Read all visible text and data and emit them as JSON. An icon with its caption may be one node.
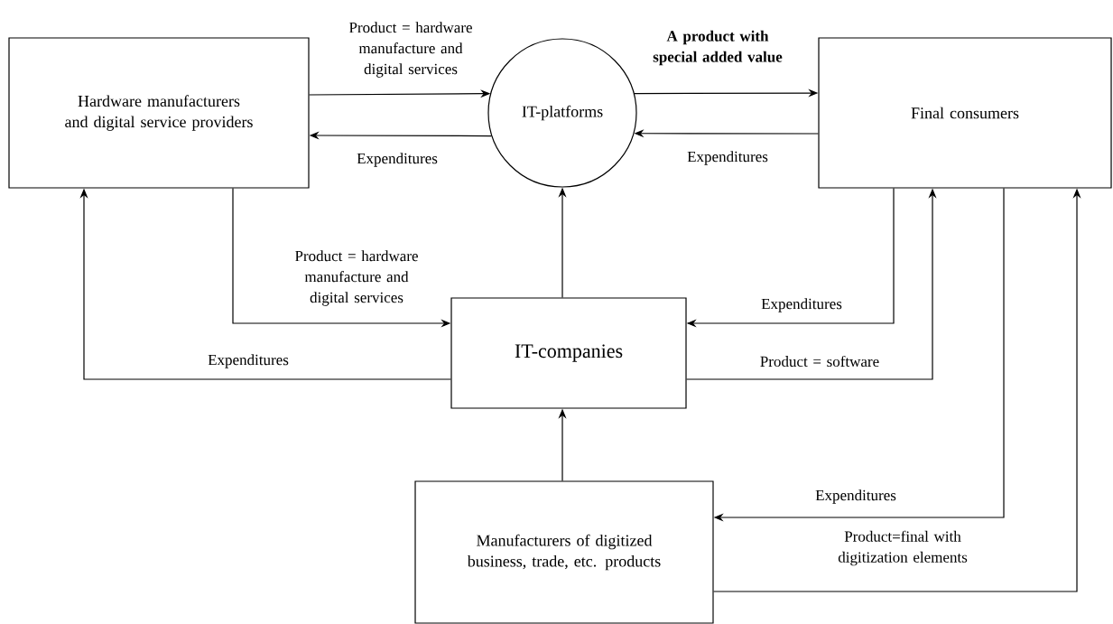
{
  "diagram": {
    "nodes": [
      {
        "text": [
          "Hardware manufacturers and digital service providers"
        ]
      },
      {
        "text": [
          "IT-platforms"
        ]
      },
      {
        "text": [
          "Final consumers"
        ]
      },
      {
        "text": [
          "IT-companies"
        ]
      },
      {
        "text": [
          "Manufacturers of digitized business, trade, etc. products"
        ]
      }
    ],
    "edges": [
      {
        "from": 0,
        "to": 1,
        "arrow": "to",
        "label": "Product = hardware manufacture and digital services"
      },
      {
        "from": 1,
        "to": 0,
        "arrow": "to",
        "label": "Expenditures"
      },
      {
        "from": 1,
        "to": 2,
        "arrow": "to",
        "label": "A product with special added value"
      },
      {
        "from": 2,
        "to": 1,
        "arrow": "to",
        "label": "Expenditures"
      },
      {
        "from": 3,
        "to": 1,
        "arrow": "to"
      },
      {
        "from": 0,
        "to": 3,
        "arrow": "to",
        "label": "Product = hardware manufacture and digital services"
      },
      {
        "from": 3,
        "to": 0,
        "arrow": "to",
        "label": "Expenditures"
      },
      {
        "from": 2,
        "to": 3,
        "arrow": "to",
        "label": "Expenditures"
      },
      {
        "from": 3,
        "to": 2,
        "arrow": "to",
        "label": "Product = software"
      },
      {
        "from": 4,
        "to": 3,
        "arrow": "to"
      },
      {
        "from": 2,
        "to": 4,
        "arrow": "to",
        "label": "Expenditures"
      },
      {
        "from": 4,
        "to": 2,
        "arrow": "to",
        "label": "Product=final with digitization elements"
      }
    ]
  }
}
